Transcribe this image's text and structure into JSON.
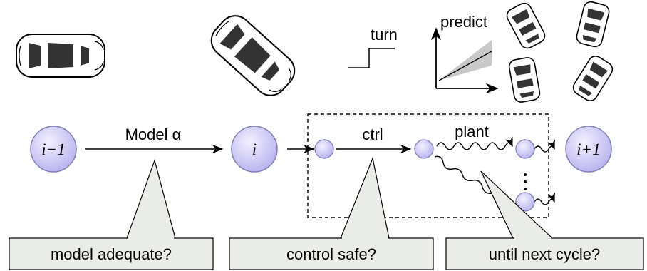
{
  "nodes": {
    "prev": "i−1",
    "current": "i",
    "next": "i+1"
  },
  "edges": {
    "model": "Model α",
    "ctrl": "ctrl",
    "plant": "plant"
  },
  "callouts": {
    "model": "model adequate?",
    "control": "control safe?",
    "cycle": "until next cycle?"
  },
  "top": {
    "turn": "turn",
    "predict": "predict"
  },
  "colors": {
    "node_fill_center": "#f3f1ff",
    "node_fill_edge": "#b7b1ee",
    "node_stroke": "#7f7fb8",
    "callout_fill": "#e9ece7",
    "car_body": "#ffffff",
    "car_glass": "#333333"
  }
}
